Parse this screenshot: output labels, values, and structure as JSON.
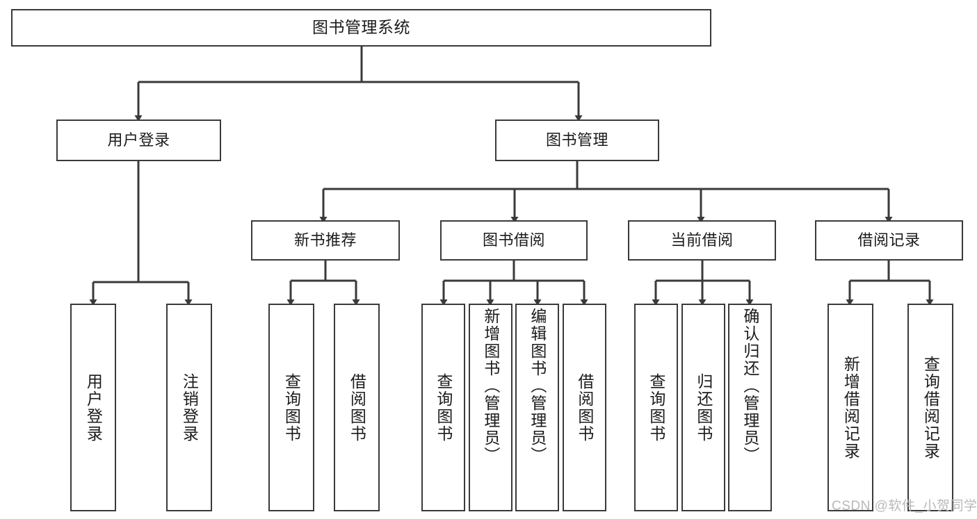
{
  "diagram": {
    "title": "图书管理系统",
    "type": "tree",
    "root": {
      "label": "图书管理系统"
    },
    "level1": [
      {
        "label": "用户登录"
      },
      {
        "label": "图书管理"
      }
    ],
    "level2": [
      {
        "label": "新书推荐"
      },
      {
        "label": "图书借阅"
      },
      {
        "label": "当前借阅"
      },
      {
        "label": "借阅记录"
      }
    ],
    "leaves": {
      "user_login": [
        {
          "label": "用户登录"
        },
        {
          "label": "注销登录"
        }
      ],
      "new_book_recommend": [
        {
          "label": "查询图书"
        },
        {
          "label": "借阅图书"
        }
      ],
      "book_borrow": [
        {
          "label": "查询图书"
        },
        {
          "label": "新增图书（管理员）"
        },
        {
          "label": "编辑图书（管理员）"
        },
        {
          "label": "借阅图书"
        }
      ],
      "current_borrow": [
        {
          "label": "查询图书"
        },
        {
          "label": "归还图书"
        },
        {
          "label": "确认归还（管理员）"
        }
      ],
      "borrow_record": [
        {
          "label": "新增借阅记录"
        },
        {
          "label": "查询借阅记录"
        }
      ]
    }
  },
  "watermark": {
    "text": "CSDN @软件_小贺同学"
  },
  "colors": {
    "border": "#3a3a3a",
    "text": "#1b1b1b",
    "background": "#ffffff",
    "watermark": "#b9b9b9"
  }
}
